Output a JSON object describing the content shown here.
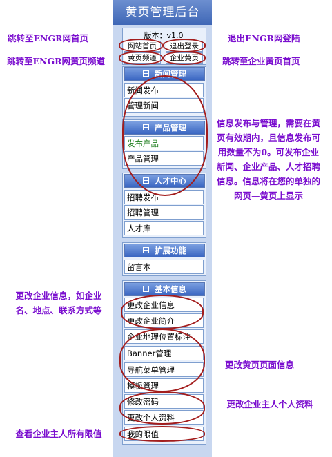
{
  "header": {
    "title": "黄页管理后台"
  },
  "version": "版本：v1.0",
  "top_buttons": {
    "home": "网站首页",
    "logout": "退出登录",
    "channel": "黄页频道",
    "company": "企业黄页"
  },
  "sections": [
    {
      "title": "新闻管理",
      "items": [
        "新闻发布",
        "管理新闻"
      ]
    },
    {
      "title": "产品管理",
      "items": [
        "发布产品",
        "产品管理"
      ]
    },
    {
      "title": "人才中心",
      "items": [
        "招聘发布",
        "招聘管理",
        "人才库"
      ]
    },
    {
      "title": "扩展功能",
      "items": [
        "留言本"
      ]
    },
    {
      "title": "基本信息",
      "items": [
        "更改企业信息",
        "更改企业简介",
        "企业地理位置标注",
        "Banner管理",
        "导航菜单管理",
        "模板管理",
        "修改密码",
        "更改个人资料",
        "我的限值"
      ]
    }
  ],
  "notes": {
    "home": "跳转至ENGR网首页",
    "logout": "退出ENGR网登陆",
    "channel": "跳转至ENGR网黄页频道",
    "company": "跳转至企业黄页首页",
    "publish": "信息发布与管理，需要在黄页有效期内，且信息发布可用数量不为0。可发布企业新闻、企业产品、人才招聘信息。信息将在您的单独的网页—黄页上显示",
    "company_info": "更改企业信息，如企业名、地点、联系方式等",
    "page_info": "更改黄页页面信息",
    "personal": "更改企业主人个人资料",
    "limits": "查看企业主人所有限值"
  },
  "colors": {
    "note": "#7b0fcf",
    "ring": "#a31d1d",
    "column": "#c8d7f0",
    "header": "#3f67b6"
  }
}
